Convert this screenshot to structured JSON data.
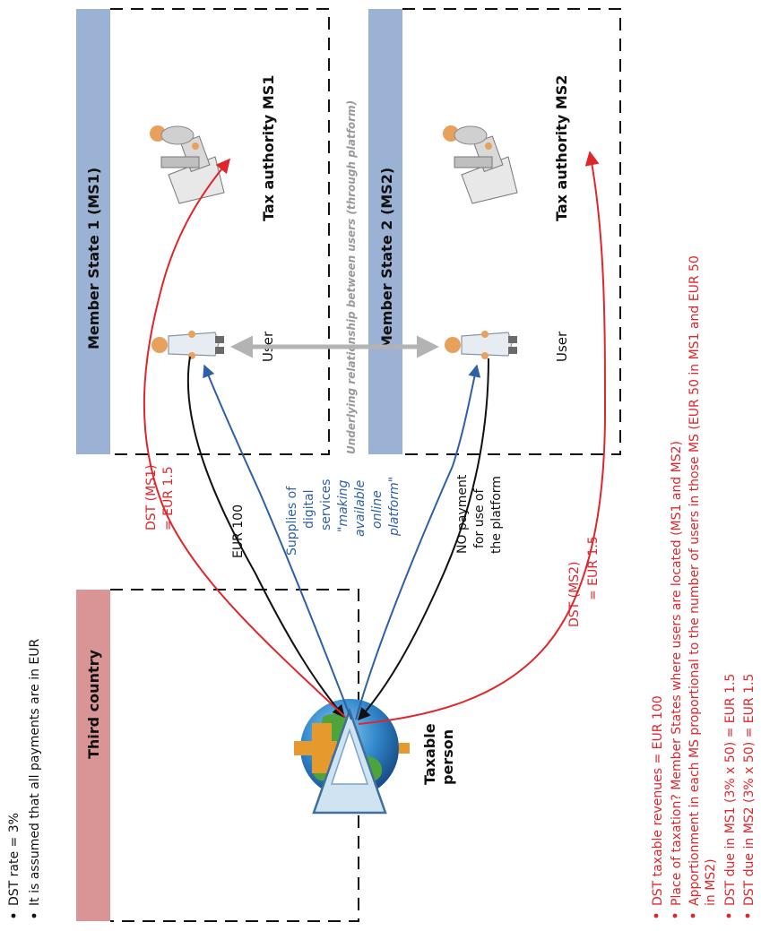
{
  "assumptions": [
    "DST rate = 3%",
    "It is assumed that all payments are in EUR"
  ],
  "zones": {
    "third_country": "Third country",
    "ms1": "Member State 1 (MS1)",
    "ms2": "Member State 2 (MS2)"
  },
  "labels": {
    "ms1_authority": "Tax authority MS1",
    "ms2_authority": "Tax authority MS2",
    "user1": "User",
    "user2": "User",
    "taxable_person_1": "Taxable",
    "taxable_person_2": "person",
    "underlying_relationship": "Underlying relationship between users (through platform)"
  },
  "flows": {
    "eur100": "EUR 100",
    "supplies_1": "Supplies of",
    "supplies_2": "digital",
    "supplies_3": "services",
    "supplies_4": "\"making",
    "supplies_5": "available",
    "supplies_6": "online",
    "supplies_7": "platform\"",
    "nopay_1": "NO payment",
    "nopay_2": "for use of",
    "nopay_3": "the platform",
    "dst_ms1_1": "DST (MS1)",
    "dst_ms1_2": "= EUR 1.5",
    "dst_ms2_1": "DST (MS2)",
    "dst_ms2_2": "= EUR 1.5"
  },
  "results": [
    "DST taxable revenues = EUR 100",
    "Place of taxation? Member States where users are located (MS1 and MS2)",
    "Apportionment in each MS proportional to the number of users in those MS (EUR 50 in MS1 and EUR 50",
    "in MS2)",
    "DST due in MS1 (3% x 50) = EUR 1.5",
    "DST due in MS2 (3% x 50) = EUR 1.5"
  ],
  "colors": {
    "third_country_header": "#d99595",
    "member_state_header": "#9cb2d4",
    "red": "#e0262b",
    "blue": "#2f5fa8",
    "grey_arrow": "#b3b3b3"
  },
  "icons": [
    "globe-triangle-icon",
    "person-icon",
    "person-at-desk-icon"
  ]
}
